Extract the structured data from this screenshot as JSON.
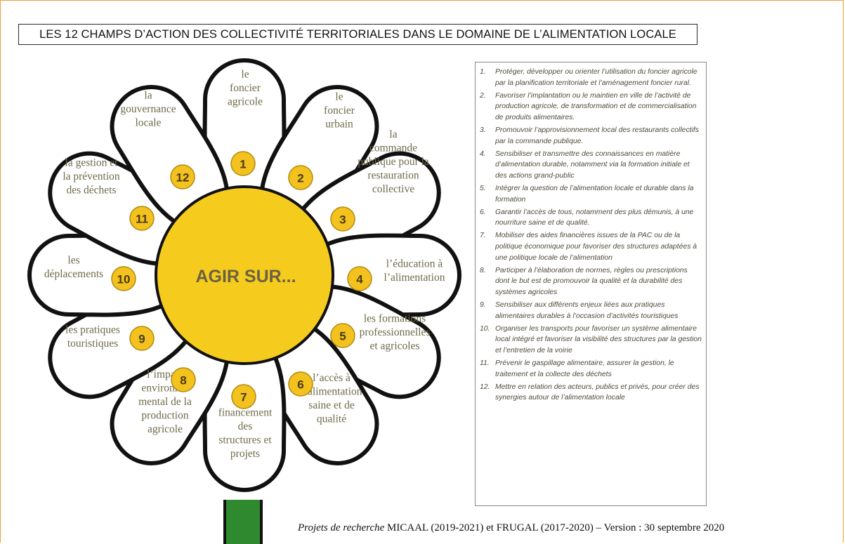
{
  "title": "LES 12 CHAMPS D’ACTION DES COLLECTIVITÉ TERRITORIALES DANS LE DOMAINE DE L’ALIMENTATION LOCALE",
  "center_label": "AGIR SUR...",
  "colors": {
    "center": "#f5cc1e",
    "badge": "#f3c21f",
    "stem": "#2f8a2f",
    "outline": "#111111",
    "frame": "#f0a040"
  },
  "petals": [
    {
      "num": "1",
      "lines": [
        "le",
        "foncier",
        "agricole"
      ]
    },
    {
      "num": "2",
      "lines": [
        "le",
        "foncier",
        "urbain"
      ]
    },
    {
      "num": "3",
      "lines": [
        "la",
        "commande",
        "publique pour la",
        "restauration",
        "collective"
      ]
    },
    {
      "num": "4",
      "lines": [
        "l’éducation à",
        "l’alimentation"
      ]
    },
    {
      "num": "5",
      "lines": [
        "les formations",
        "professionnelles",
        "et agricoles"
      ]
    },
    {
      "num": "6",
      "lines": [
        "l’accès à",
        "l’alimentation",
        "saine et de",
        "qualité"
      ]
    },
    {
      "num": "7",
      "lines": [
        "le",
        "financement",
        "des",
        "structures et",
        "projets"
      ]
    },
    {
      "num": "8",
      "lines": [
        "l’impact",
        "environne-",
        "mental de la",
        "production",
        "agricole"
      ]
    },
    {
      "num": "9",
      "lines": [
        "les pratiques",
        "touristiques"
      ]
    },
    {
      "num": "10",
      "lines": [
        "les",
        "déplacements"
      ]
    },
    {
      "num": "11",
      "lines": [
        "la gestion et",
        "la prévention",
        "des déchets"
      ]
    },
    {
      "num": "12",
      "lines": [
        "la",
        "gouvernance",
        "locale"
      ]
    }
  ],
  "legend": [
    {
      "num": "1.",
      "text": "Protéger, développer ou orienter l’utilisation du foncier agricole par la planification territoriale et l’aménagement foncier rural."
    },
    {
      "num": "2.",
      "text": "Favoriser l’implantation ou le maintien en ville de l’activité de production agricole, de transformation et de commercialisation de produits alimentaires."
    },
    {
      "num": "3.",
      "text": "Promouvoir l’approvisionnement local des restaurants collectifs par la commande publique."
    },
    {
      "num": "4.",
      "text": "Sensibiliser et transmettre des connaissances en matière d’alimentation durable, notamment via la formation initiale et des actions grand-public"
    },
    {
      "num": "5.",
      "text": "Intégrer la question de l’alimentation locale et durable dans la formation"
    },
    {
      "num": "6.",
      "text": "Garantir l’accès de tous, notamment des plus démunis, à une nourriture saine et de qualité."
    },
    {
      "num": "7.",
      "text": "Mobiliser des aides financières issues de la PAC ou de la politique économique pour favoriser des structures adaptées à une politique locale de l’alimentation"
    },
    {
      "num": "8.",
      "text": "Participer à l’élaboration de normes, règles ou prescriptions dont le but est de promouvoir la qualité et la durabilité des systèmes agricoles"
    },
    {
      "num": "9.",
      "text": " Sensibiliser aux différents enjeux liées aux pratiques alimentaires durables à l’occasion d’activités touristiques"
    },
    {
      "num": "10.",
      "text": "Organiser les transports pour favoriser un système alimentaire local intégré et favoriser la visibilité des structures par la gestion et l’entretien de la voirie"
    },
    {
      "num": "11.",
      "text": "Prévenir le gaspillage alimentaire, assurer la gestion, le traitement et la collecte des déchets"
    },
    {
      "num": "12.",
      "text": "Mettre en relation des acteurs, publics et privés, pour créer des synergies autour de l’alimentation locale"
    }
  ],
  "footer": {
    "italic": "Projets de recherche",
    "rest": " MICAAL (2019-2021) et FRUGAL (2017-2020) – Version : 30 septembre 2020"
  }
}
